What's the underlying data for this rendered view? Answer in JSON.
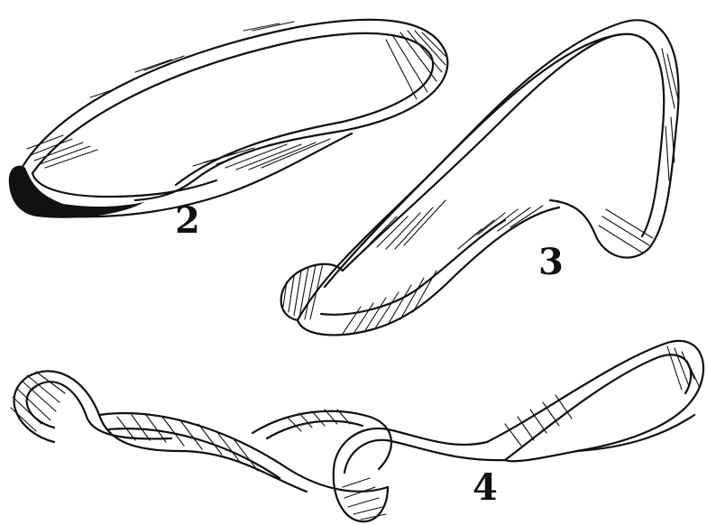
{
  "figures": [
    {
      "label": "2",
      "description": "ribbon-loop-half-twist"
    },
    {
      "label": "3",
      "description": "ribbon-loop-three-half-twists"
    },
    {
      "label": "4",
      "description": "ribbon-loop-knotted-twists"
    }
  ],
  "colors": {
    "ink": "#111111",
    "paper": "#ffffff"
  }
}
